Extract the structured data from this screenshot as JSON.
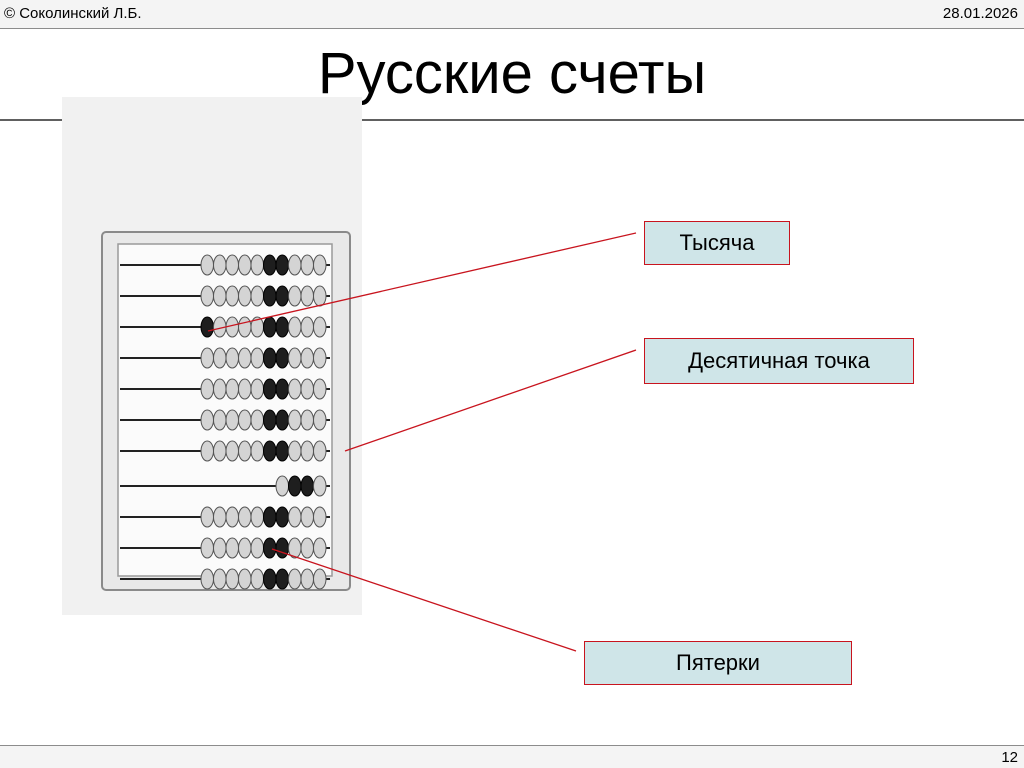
{
  "header": {
    "author": "© Соколинский Л.Б.",
    "date": "28.01.2026"
  },
  "slide": {
    "title": "Русские счеты"
  },
  "callouts": {
    "thousand": "Тысяча",
    "decimal_point": "Десятичная точка",
    "fives": "Пятерки"
  },
  "footer": {
    "page_number": "12"
  },
  "colors": {
    "callout_fill": "#cfe5e8",
    "callout_border": "#c8141e",
    "leader_line": "#c8141e"
  },
  "abacus": {
    "rods": [
      {
        "bead_count": 10,
        "dark_beads": [
          5,
          6
        ]
      },
      {
        "bead_count": 10,
        "dark_beads": [
          5,
          6
        ]
      },
      {
        "bead_count": 10,
        "dark_beads": [
          0,
          5,
          6
        ]
      },
      {
        "bead_count": 10,
        "dark_beads": [
          5,
          6
        ]
      },
      {
        "bead_count": 10,
        "dark_beads": [
          5,
          6
        ]
      },
      {
        "bead_count": 10,
        "dark_beads": [
          5,
          6
        ]
      },
      {
        "bead_count": 10,
        "dark_beads": [
          5,
          6
        ]
      },
      {
        "bead_count": 4,
        "dark_beads": [
          1,
          2
        ]
      },
      {
        "bead_count": 10,
        "dark_beads": [
          5,
          6
        ]
      },
      {
        "bead_count": 10,
        "dark_beads": [
          5,
          6
        ]
      },
      {
        "bead_count": 10,
        "dark_beads": [
          5,
          6
        ]
      }
    ]
  }
}
